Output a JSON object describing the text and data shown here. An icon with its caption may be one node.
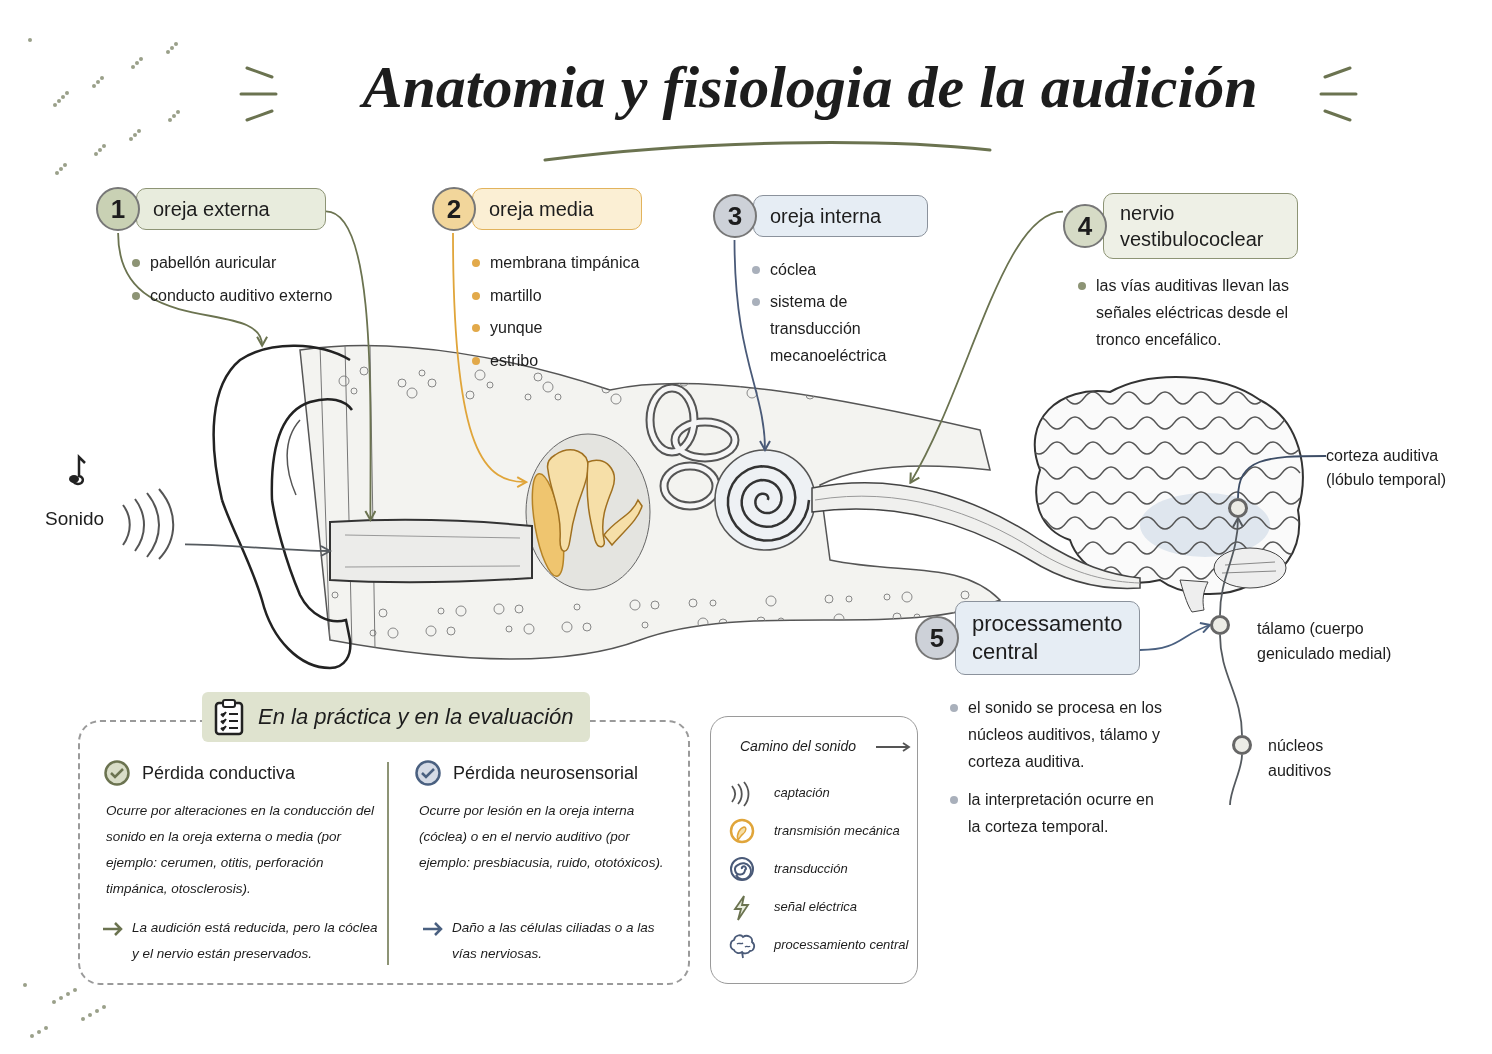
{
  "diagram": {
    "title": "Anatomia y fisiologia de la audición",
    "nodes": [
      {
        "text": [
          "1",
          "oreja externa"
        ]
      },
      {
        "text": [
          "2",
          "oreja media"
        ]
      },
      {
        "text": [
          "3",
          "oreja interna"
        ]
      },
      {
        "text": [
          "4",
          "nervio vestibulococlear"
        ]
      },
      {
        "text": [
          "Sonido"
        ]
      },
      {
        "text": [],
        "shape": "picture"
      },
      {
        "text": [],
        "shape": "picture"
      },
      {
        "text": [],
        "shape": "picture"
      },
      {
        "text": [],
        "shape": "picture"
      },
      {
        "text": [],
        "shape": "picture"
      },
      {
        "text": [],
        "shape": "circle"
      },
      {
        "text": [
          "corteza auditiva (lóbulo temporal)"
        ]
      },
      {
        "text": [
          "5",
          "processamento central"
        ]
      },
      {
        "text": [],
        "shape": "circle",
        "beside": [
          "tálamo (cuerpo geniculado medial)"
        ]
      },
      {
        "text": [],
        "shape": "circle",
        "beside": [
          "núcleos auditivos"
        ]
      },
      {
        "text": [
          "En la práctica y en la evaluación"
        ]
      }
    ],
    "edges": [
      {
        "from": 0,
        "to": 5,
        "arrow": "to",
        "color": "#6b7350"
      },
      {
        "from": 0,
        "to": 6,
        "arrow": "to",
        "color": "#6b7350"
      },
      {
        "from": 1,
        "to": 7,
        "arrow": "to",
        "color": "#e0a53a"
      },
      {
        "from": 2,
        "to": 8,
        "arrow": "to",
        "color": "#4a5a78"
      },
      {
        "from": 3,
        "to": 9,
        "arrow": "to",
        "color": "#6b7350"
      },
      {
        "from": 4,
        "to": 6,
        "arrow": "to"
      },
      {
        "from": 11,
        "to": 10,
        "arrow": "none",
        "color": "#3d4d66"
      },
      {
        "from": 12,
        "to": 13,
        "arrow": "to",
        "color": "#4a6080"
      },
      {
        "from": null,
        "to": 14,
        "arrow": "none"
      },
      {
        "from": 14,
        "to": 13,
        "arrow": "none"
      },
      {
        "from": 13,
        "to": 10,
        "arrow": "to"
      }
    ],
    "labels": [
      "pabellón auricular",
      "conducto auditivo externo",
      "membrana timpánica",
      "martillo",
      "yunque",
      "estribo",
      "cóclea",
      "sistema de transducción mecanoeléctrica",
      "las vías auditivas llevan las señales eléctricas desde el tronco encefálico.",
      "el sonido se procesa en los núcleos auditivos, tálamo y corteza auditiva.",
      "la interpretación ocurre en la corteza temporal.",
      "Pérdida conductiva",
      "Ocurre por alteraciones en la conducción del sonido en la oreja externa o media (por ejemplo: cerumen, otitis, perforación timpánica, otosclerosis).",
      "La audición está reducida, pero la cóclea y el nervio están preservados.",
      "Pérdida neurosensorial",
      "Ocurre por lesión en la oreja interna (cóclea) o en el nervio auditivo (por ejemplo: presbiacusia, ruido, ototóxicos).",
      "Daño a las células ciliadas o a las vías nerviosas.",
      "Camino del sonido"
    ],
    "legend": [
      {
        "text": "captación"
      },
      {
        "text": "transmisión mecánica"
      },
      {
        "text": "transducción"
      },
      {
        "text": "señal eléctrica"
      },
      {
        "text": "processamiento central"
      }
    ]
  }
}
